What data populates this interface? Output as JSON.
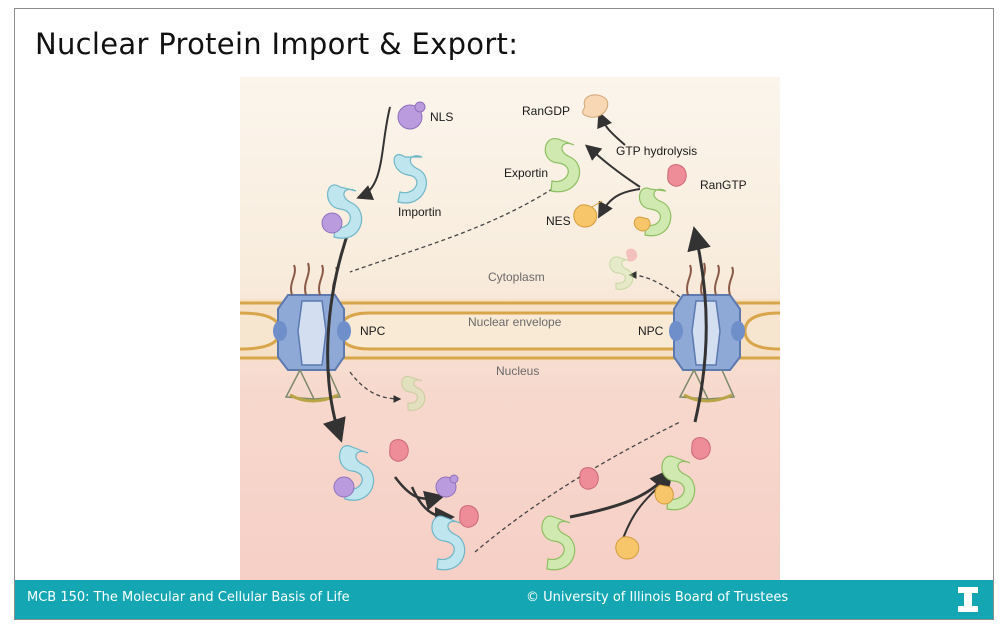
{
  "slide": {
    "title": "Nuclear Protein Import & Export:"
  },
  "diagram": {
    "labels": {
      "nls": "NLS",
      "importin": "Importin",
      "ran_gdp": "RanGDP",
      "gtp_hydrolysis": "GTP hydrolysis",
      "exportin": "Exportin",
      "ran_gtp": "RanGTP",
      "nes": "NES",
      "cytoplasm": "Cytoplasm",
      "npc_left": "NPC",
      "nuclear_envelope": "Nuclear envelope",
      "npc_right": "NPC",
      "nucleus": "Nucleus"
    },
    "colors": {
      "cytoplasm_bg": "#f8eedf",
      "nucleus_bg": "#f6cfc6",
      "envelope_fill": "#f7e1c6",
      "envelope_stroke": "#d9a54b",
      "npc_blue": "#8fa9d6",
      "importin_cyan": "#bfe6ee",
      "nls_purple": "#b99bde",
      "exportin_green": "#cfe9b0",
      "ran_gtp_red": "#ee8d98",
      "nes_orange": "#f7c66b",
      "ran_gdp_peach": "#f7d7b4",
      "filament_brown": "#8a5b48"
    }
  },
  "footer": {
    "course": "MCB 150: The Molecular and Cellular Basis of Life",
    "copyright": "© University of Illinois Board of Trustees",
    "logo_icon": "illinois-block-i-logo"
  }
}
